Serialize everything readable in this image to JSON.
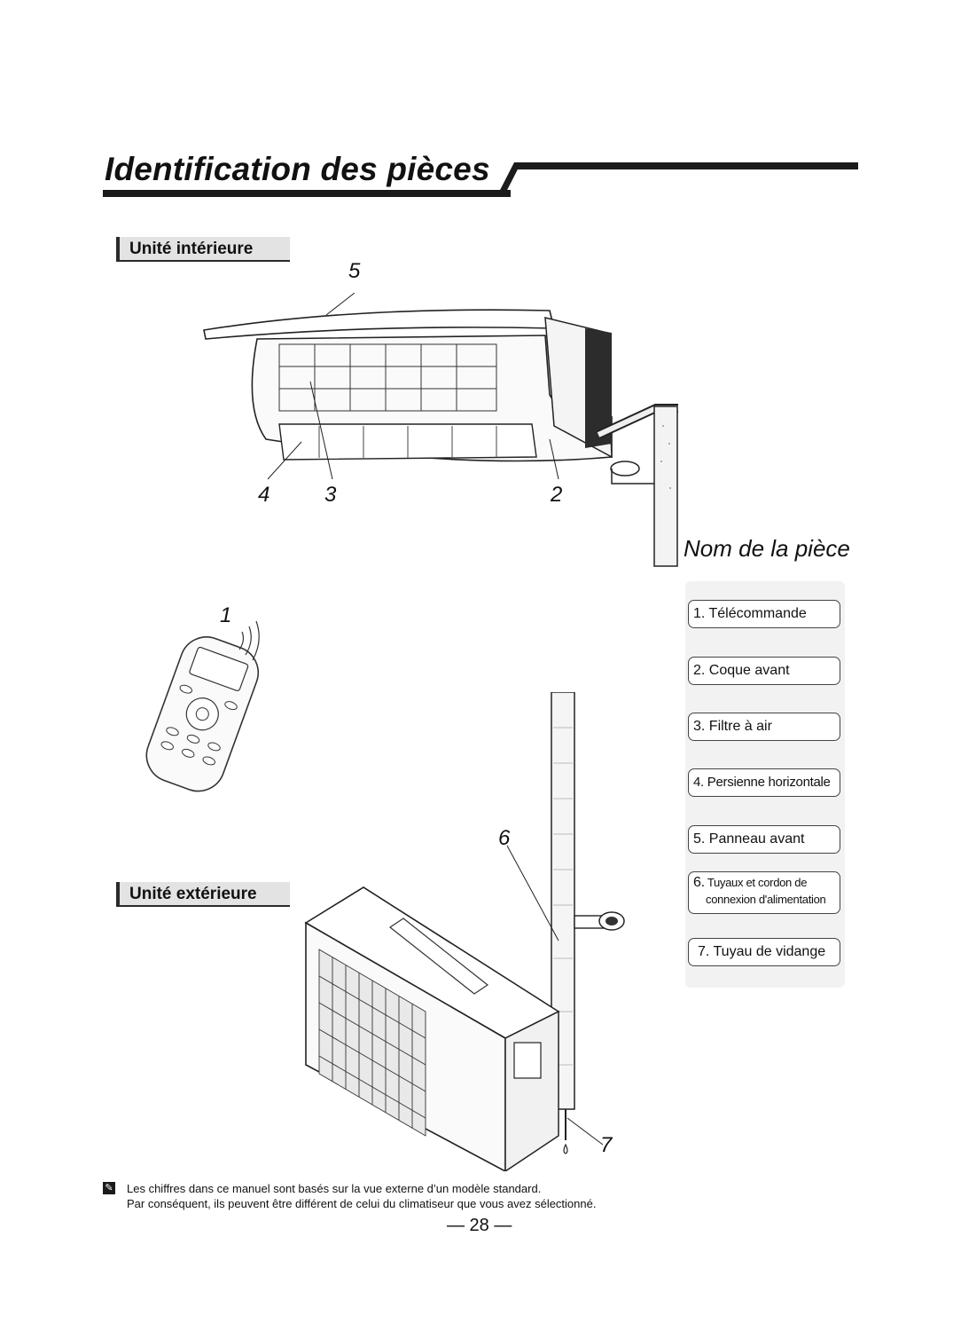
{
  "page": {
    "title": "Identification des pièces",
    "indoor_label": "Unité intérieure",
    "outdoor_label": "Unité extérieure",
    "parts_heading": "Nom de la pièce",
    "callouts": [
      "1",
      "2",
      "3",
      "4",
      "5",
      "6",
      "7"
    ],
    "parts": [
      {
        "num": "1.",
        "label": "Télécommande"
      },
      {
        "num": "2.",
        "label": "Coque avant"
      },
      {
        "num": "3.",
        "label": "Filtre à air"
      },
      {
        "num": "4.",
        "label": "Persienne horizontale"
      },
      {
        "num": "5.",
        "label": "Panneau avant"
      },
      {
        "num": "6.",
        "label": "Tuyaux et cordon de",
        "label2": "connexion d'alimentation"
      },
      {
        "num": "7.",
        "label": "Tuyau de vidange"
      }
    ],
    "note_line1": "Les chiffres dans ce manuel sont basés sur la vue externe d’un modèle standard.",
    "note_line2": "Par conséquent, ils peuvent être différent de celui du climatiseur que vous avez sélectionné.",
    "page_number": "— 28 —"
  }
}
